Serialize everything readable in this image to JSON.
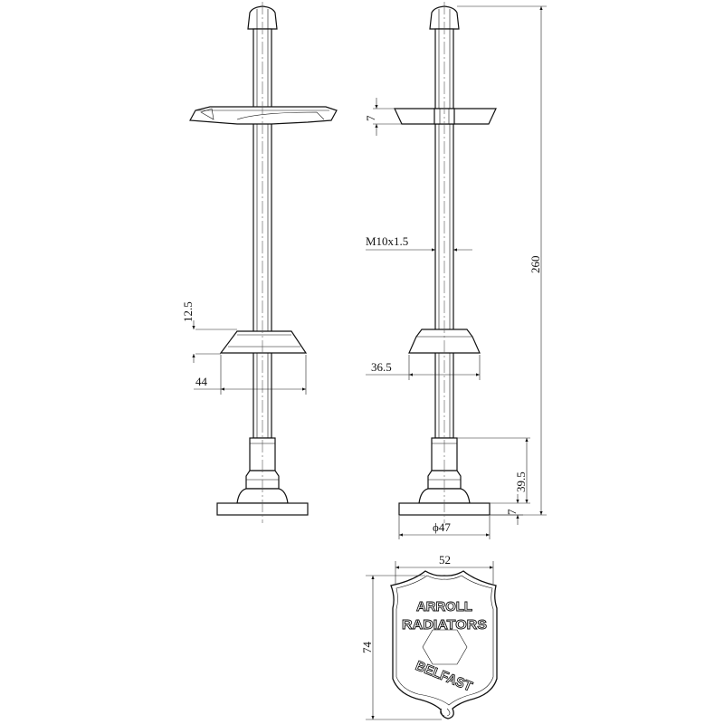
{
  "drawing": {
    "dimensions": {
      "flange_thickness": "7",
      "thread_spec": "M10x1.5",
      "overall_height": "260",
      "cone_height": "12.5",
      "cone_outer_diameter": "44",
      "cone_inner_diameter": "36.5",
      "collar_height": "39.5",
      "base_thickness": "7",
      "base_diameter": "ϕ47",
      "badge_width": "52",
      "badge_height": "74"
    },
    "badge": {
      "line1": "ARROLL",
      "line2": "RADIATORS",
      "line3": "BELFAST"
    }
  }
}
